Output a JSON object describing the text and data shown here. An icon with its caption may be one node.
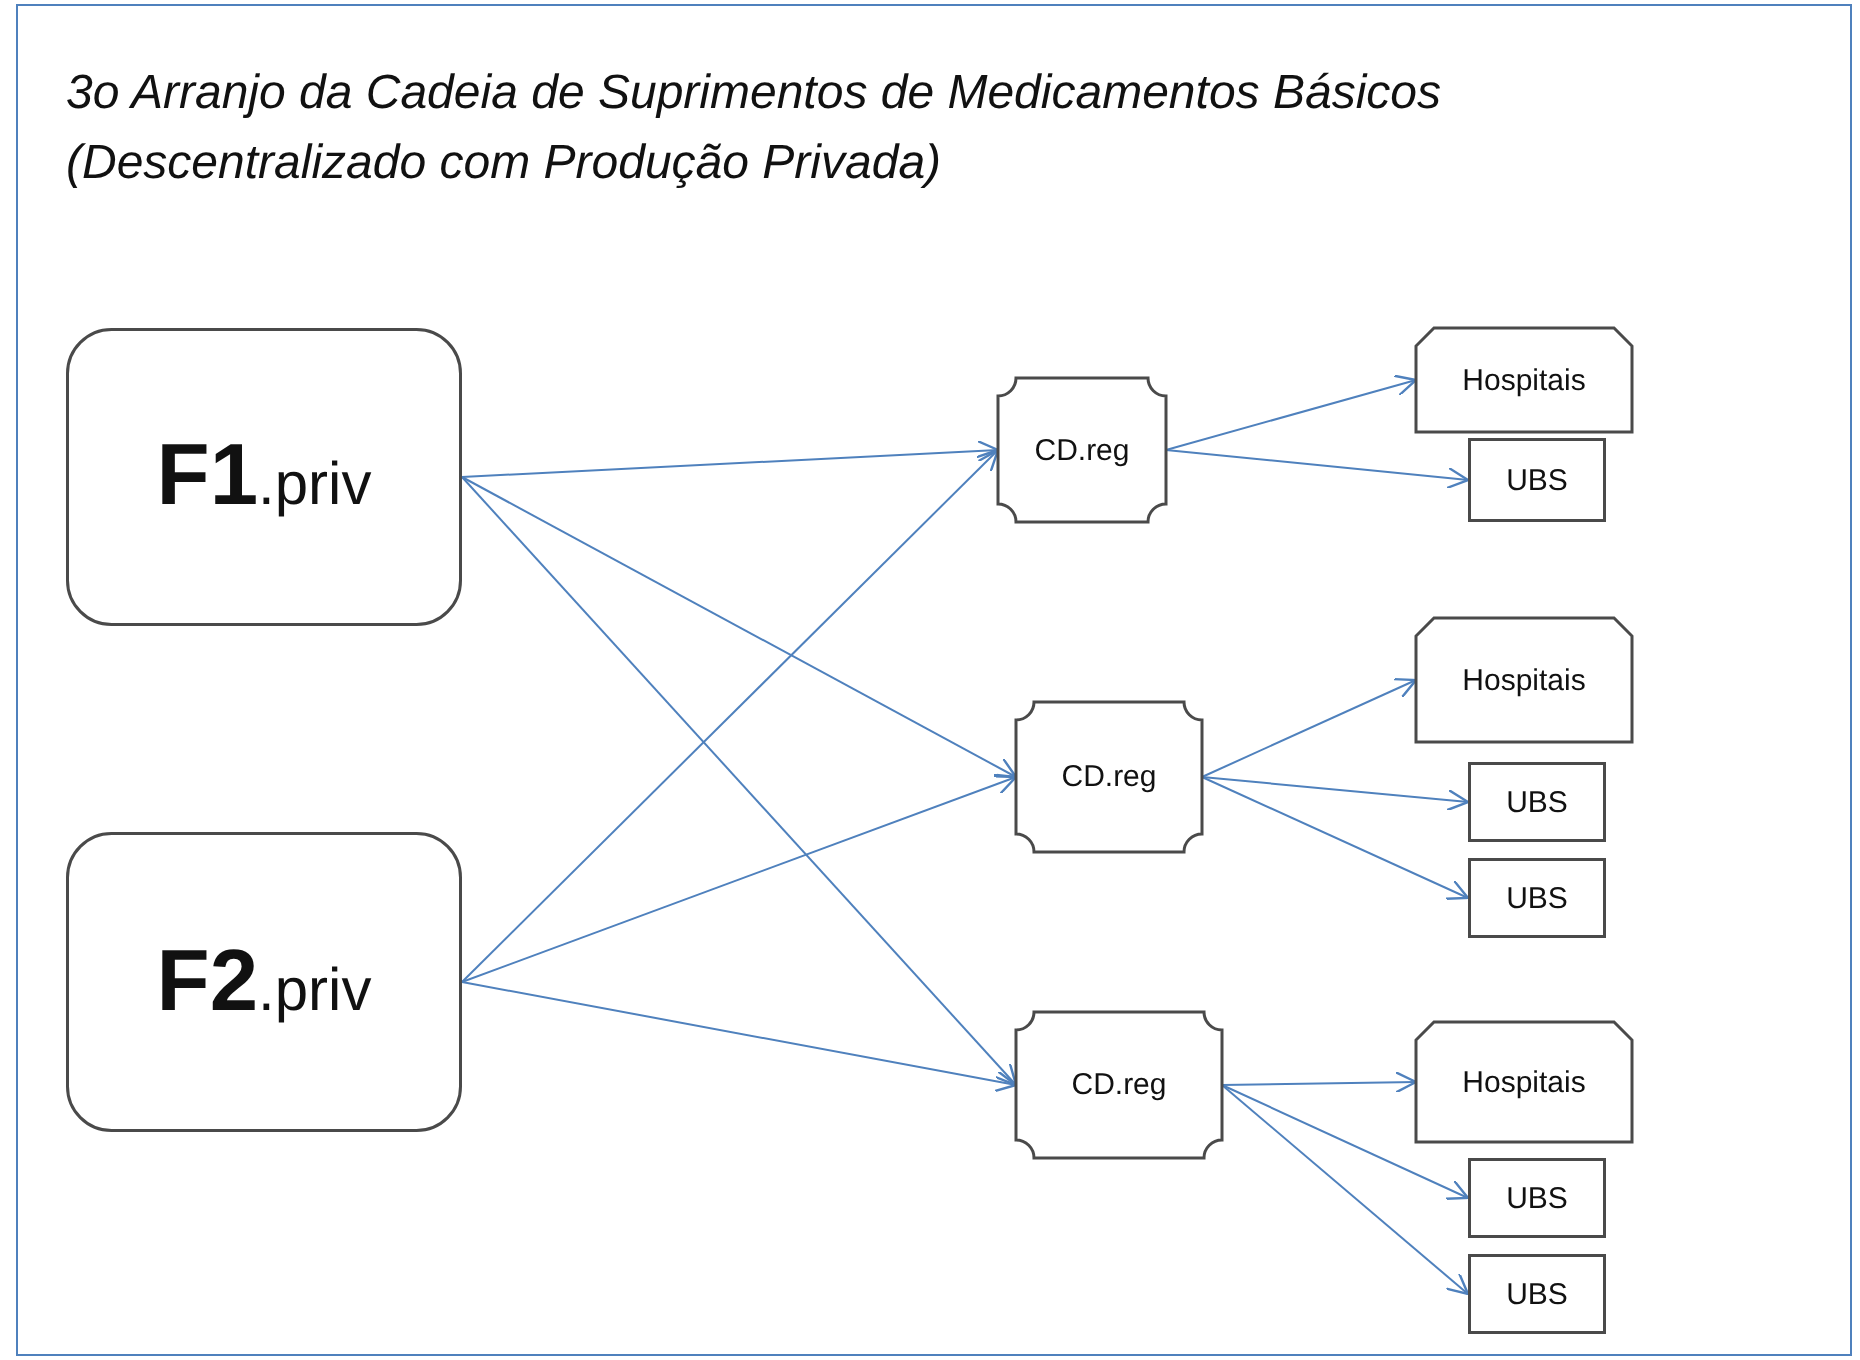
{
  "diagram": {
    "title": "3o Arranjo da Cadeia de Suprimentos de Medicamentos Básicos (Descentralizado com Produção Privada)",
    "nodes": [
      {
        "text": [
          "**F1**.priv"
        ]
      },
      {
        "text": [
          "**F2**.priv"
        ]
      },
      {
        "text": [
          "CD.reg"
        ]
      },
      {
        "text": [
          "CD.reg"
        ]
      },
      {
        "text": [
          "CD.reg"
        ]
      },
      {
        "text": [
          "Hospitais"
        ]
      },
      {
        "text": [
          "UBS"
        ]
      },
      {
        "text": [
          "Hospitais"
        ]
      },
      {
        "text": [
          "UBS"
        ]
      },
      {
        "text": [
          "UBS"
        ]
      },
      {
        "text": [
          "Hospitais"
        ]
      },
      {
        "text": [
          "UBS"
        ]
      },
      {
        "text": [
          "UBS"
        ]
      }
    ],
    "edges": [
      {
        "from": 0,
        "to": 2,
        "arrow": "to"
      },
      {
        "from": 0,
        "to": 3,
        "arrow": "to"
      },
      {
        "from": 0,
        "to": 4,
        "arrow": "to"
      },
      {
        "from": 1,
        "to": 2,
        "arrow": "to"
      },
      {
        "from": 1,
        "to": 3,
        "arrow": "to"
      },
      {
        "from": 1,
        "to": 4,
        "arrow": "to"
      },
      {
        "from": 2,
        "to": 5,
        "arrow": "to"
      },
      {
        "from": 2,
        "to": 6,
        "arrow": "to"
      },
      {
        "from": 3,
        "to": 7,
        "arrow": "to"
      },
      {
        "from": 3,
        "to": 8,
        "arrow": "to"
      },
      {
        "from": 3,
        "to": 9,
        "arrow": "to"
      },
      {
        "from": 4,
        "to": 10,
        "arrow": "to"
      },
      {
        "from": 4,
        "to": 11,
        "arrow": "to"
      },
      {
        "from": 4,
        "to": 12,
        "arrow": "to"
      }
    ]
  }
}
